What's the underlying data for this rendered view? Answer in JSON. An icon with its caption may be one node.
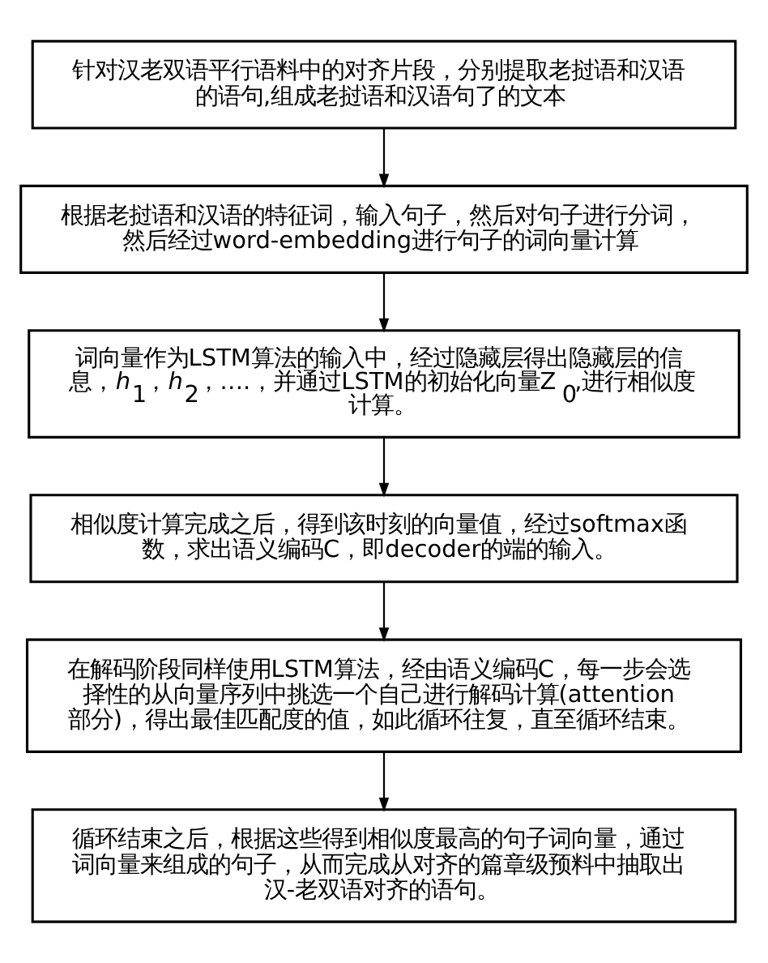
{
  "diagram": {
    "nodes": [
      {
        "text": [
          "针对汉老双语平行语料中的对齐片段，分别提取老挝语和汉语的语句,组成老挝语和汉语句了的文本"
        ]
      },
      {
        "text": [
          "根据老挝语和汉语的特征词，输入句子，然后对句子进行分词，然后经过word-embedding进行句子的词向量计算"
        ]
      },
      {
        "text": [
          "词向量作为LSTM算法的输入中，经过隐藏层得出隐藏层的信息，*h*$_{1}$，*h*$_{2}$，….，并通过LSTM的初始化向量Z$_{0}$,进行相似度计算。"
        ]
      },
      {
        "text": [
          "相似度计算完成之后，得到该时刻的向量值，经过softmax函数，求出语义编码C，即decoder的端的输入。"
        ]
      },
      {
        "text": [
          "在解码阶段同样使用LSTM算法，经由语义编码C，每一步会选择性的从向量序列中挑选一个自己进行解码计算(attention部分)，得出最佳匹配度的值，如此循环往复，直至循环结束。"
        ]
      },
      {
        "text": [
          "循环结束之后，根据这些得到相似度最高的句子词向量，通过词向量来组成的句子，从而完成从对齐的篇章级预料中抽取出汉-老双语对齐的语句。"
        ]
      }
    ],
    "edges": [
      {
        "from": 0,
        "to": 1,
        "arrow": "to"
      },
      {
        "from": 1,
        "to": 2,
        "arrow": "to"
      },
      {
        "from": 2,
        "to": 3,
        "arrow": "to"
      },
      {
        "from": 3,
        "to": 4,
        "arrow": "to"
      },
      {
        "from": 4,
        "to": 5,
        "arrow": "to"
      }
    ]
  }
}
